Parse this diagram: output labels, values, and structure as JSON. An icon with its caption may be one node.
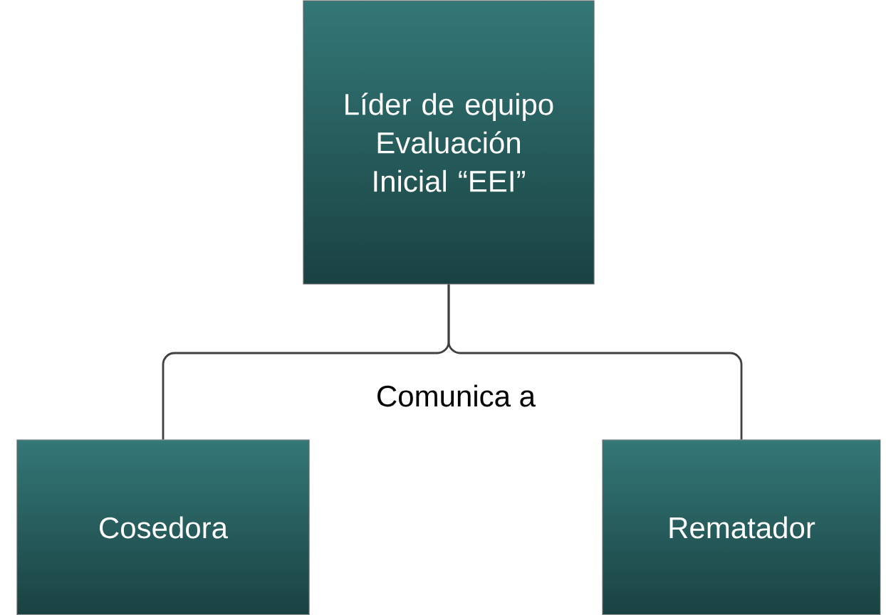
{
  "diagram": {
    "nodes": [
      {
        "text": [
          "Líder de equipo Evaluación Inicial “EEI”"
        ]
      },
      {
        "text": [
          "Cosedora"
        ]
      },
      {
        "text": [
          "Rematador"
        ]
      }
    ],
    "edges": [
      {
        "from": 0,
        "to": 1,
        "arrow": "none"
      },
      {
        "from": 0,
        "to": 2,
        "arrow": "none"
      }
    ],
    "labels": [
      "Comunica a"
    ]
  }
}
